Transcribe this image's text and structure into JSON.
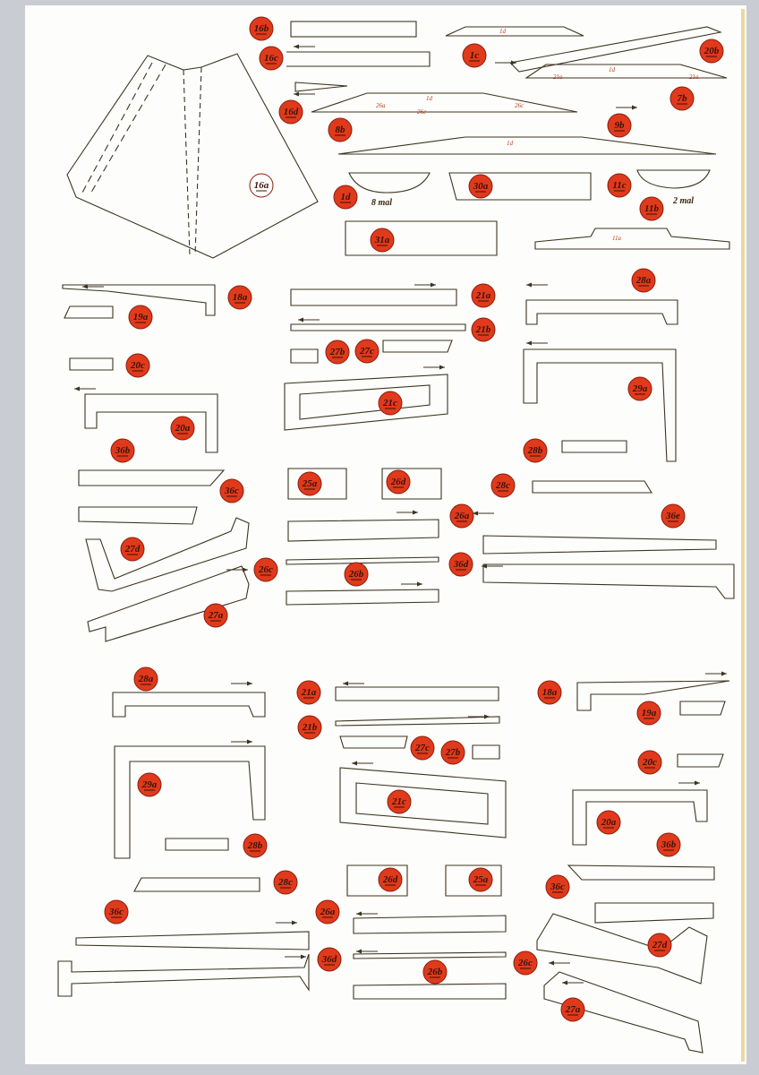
{
  "colors": {
    "paper": "#fdfdfb",
    "line": "#3d3420",
    "badge": "#df3a1c",
    "badge_stroke": "#8a1d0c",
    "background": "#c9ccd3"
  },
  "badges": [
    "16b",
    "16c",
    "1c",
    "20b",
    "7b",
    "16d",
    "8b",
    "9b",
    "16a",
    "1d",
    "30a",
    "11c",
    "11b",
    "31a",
    "18a",
    "21a",
    "28a",
    "19a",
    "21b",
    "27b",
    "27c",
    "20c",
    "21c",
    "29a",
    "20a",
    "28b",
    "36b",
    "25a",
    "26d",
    "28c",
    "36c",
    "26a",
    "36e",
    "27d",
    "26c",
    "36d",
    "26b",
    "27a",
    "28a",
    "21a",
    "18a",
    "21b",
    "19a",
    "27c",
    "27b",
    "29a",
    "20c",
    "21c",
    "20a",
    "28b",
    "36b",
    "28c",
    "26d",
    "25a",
    "36c",
    "36c",
    "26a",
    "27d",
    "36d",
    "26c",
    "26b",
    "27a"
  ],
  "notes": {
    "count_1d": "8 mal",
    "count_11c": "2 mal"
  },
  "small_marks": [
    "1d",
    "1d",
    "1d",
    "26a",
    "26c",
    "26c",
    "26a",
    "1d",
    "21a",
    "21a",
    "11a"
  ]
}
